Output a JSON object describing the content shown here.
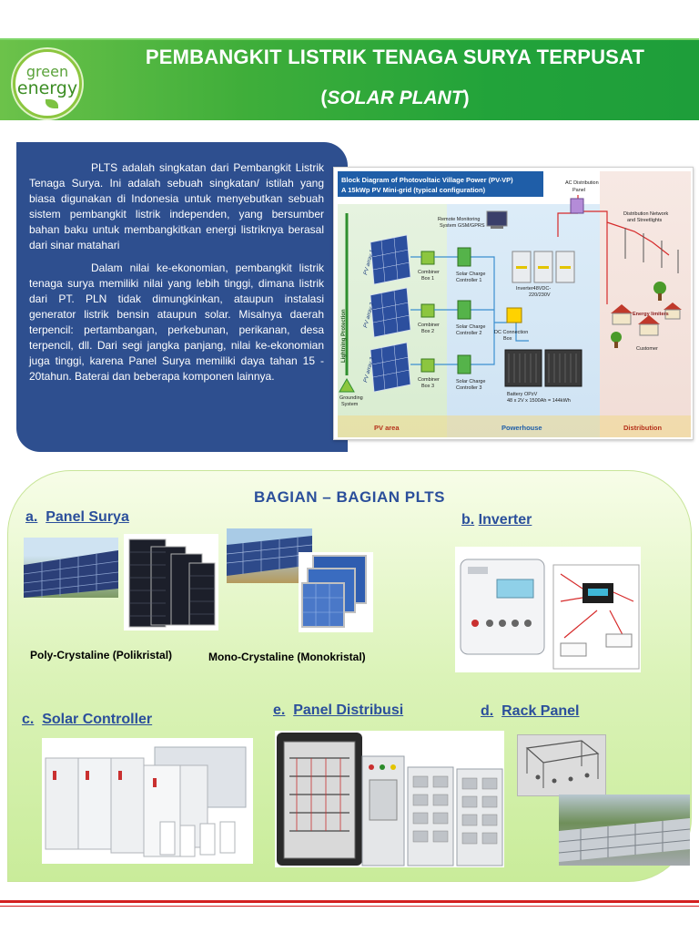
{
  "logo": {
    "line1": "green",
    "line2": "energy"
  },
  "header": {
    "title_line1": "PEMBANGKIT LISTRIK  TENAGA SURYA TERPUSAT",
    "title_line2_open": "(",
    "title_line2_italic": "SOLAR PLANT",
    "title_line2_close": ")"
  },
  "intro": {
    "paragraph1": "PLTS adalah singkatan dari Pembangkit Listrik Tenaga Surya. Ini adalah sebuah singkatan/ istilah yang biasa digunakan di Indonesia untuk menyebutkan sebuah sistem pembangkit listrik independen, yang bersumber bahan baku untuk membangkitkan energi listriknya berasal dari sinar matahari",
    "paragraph2": "Dalam nilai ke-ekonomian, pembangkit listrik tenaga surya memiliki nilai yang lebih tinggi, dimana listrik dari PT. PLN tidak dimungkinkan, ataupun instalasi generator listrik bensin ataupun solar. Misalnya daerah terpencil: pertambangan, perkebunan, perikanan, desa terpencil, dll. Dari segi jangka panjang, nilai ke-ekonomian juga tinggi, karena Panel Surya memiliki daya tahan 15 - 20tahun. Baterai dan beberapa komponen lainnya."
  },
  "diagram": {
    "title_line1": "Block Diagram of Photovoltaic Village Power (PV-VP)",
    "title_line2": "A 15kWp PV Mini-grid (typical configuration)",
    "pv_arrays": [
      "PV array 1",
      "PV array 2",
      "PV array 3"
    ],
    "lightning": "Lightning Protection",
    "grounding": [
      "Grounding",
      "System"
    ],
    "combiners": [
      [
        "Combiner",
        "Box 1"
      ],
      [
        "Combiner",
        "Box 2"
      ],
      [
        "Combiner",
        "Box 3"
      ]
    ],
    "monitoring": [
      "Remote Monitoring",
      "System GSM/GPRS"
    ],
    "controllers": [
      [
        "Solar Charge",
        "Controller 1"
      ],
      [
        "Solar Charge",
        "Controller 2"
      ],
      [
        "Solar Charge",
        "Controller 3"
      ]
    ],
    "inverter": [
      "Inverter48VDC-",
      "220/230V"
    ],
    "dc_box": [
      "DC Connection",
      "Box"
    ],
    "battery": [
      "Battery OPzV",
      "48 x 2V x 1500Ah = 144kWh"
    ],
    "ac_panel": [
      "AC Distribution",
      "Panel"
    ],
    "network": [
      "Distribution Network",
      "and Streetlights"
    ],
    "energy_limiters": "Energy limiters",
    "customer": "Customer",
    "zones": [
      "PV area",
      "Powerhouse",
      "Distribution"
    ]
  },
  "parts": {
    "title": "BAGIAN – BAGIAN  PLTS",
    "a": {
      "letter": "a.",
      "name": "Panel Surya"
    },
    "b": {
      "letter": "b.",
      "name": "Inverter"
    },
    "c": {
      "letter": "c.",
      "name": "Solar Controller"
    },
    "d": {
      "letter": "d.",
      "name": "Rack Panel"
    },
    "e": {
      "letter": "e.",
      "name": "Panel Distribusi"
    },
    "caption_poly": "Poly-Crystaline (Polikristal)",
    "caption_mono": "Mono-Crystaline (Monokristal)"
  },
  "colors": {
    "header_green": "#22a33a",
    "box_blue": "#2e4f8f",
    "label_blue": "#2b4f9b",
    "footer_red": "#d32020"
  }
}
